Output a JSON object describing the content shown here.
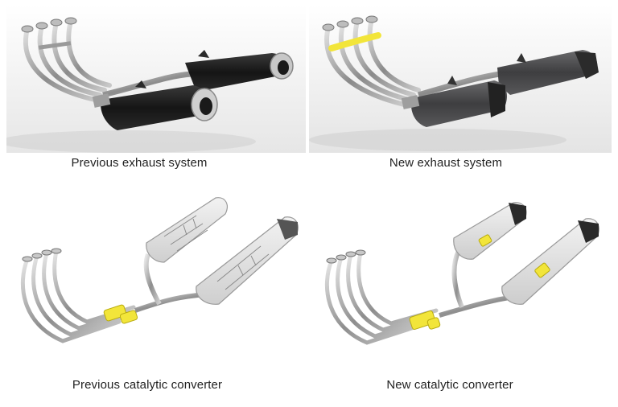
{
  "figure": {
    "captions": {
      "previous_exhaust": "Previous exhaust system",
      "new_exhaust": "New exhaust system",
      "previous_catalytic": "Previous catalytic converter",
      "new_catalytic": "New catalytic converter"
    },
    "colors": {
      "background": "#ffffff",
      "muffler_black": "#1c1c1c",
      "pipe_steel": "#a8a8a8",
      "highlight_yellow": "#f2e53a",
      "new_muffler_gray": "#4a4a4c"
    },
    "icons": [
      "exhaust-system-render",
      "catalytic-converter-render"
    ]
  }
}
